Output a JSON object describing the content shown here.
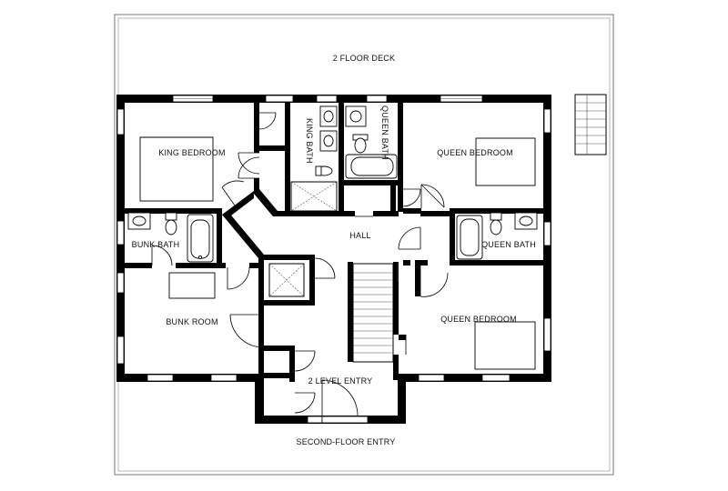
{
  "rooms": {
    "deck": "2 FLOOR DECK",
    "king_bath": "KING BATH",
    "queen_bath_top": "QUEEN BATH",
    "king_bedroom": "KING BEDROOM",
    "queen_bedroom_top": "QUEEN BEDROOM",
    "bunk_bath": "BUNK BATH",
    "hall": "HALL",
    "queen_bath_right": "QUEEN BATH",
    "bunk_room": "BUNK ROOM",
    "queen_bedroom_bottom": "QUEEN BEDROOM",
    "level_entry": "2 LEVEL ENTRY",
    "second_floor_entry": "SECOND-FLOOR ENTRY"
  }
}
